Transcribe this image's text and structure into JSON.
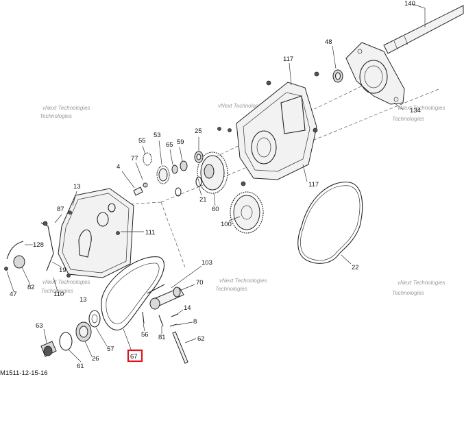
{
  "diagram": {
    "reference_code": "M1511-12-15-16",
    "watermark_line1": "vNext Technologies",
    "watermark_line2": "Technologies",
    "highlight_color": "#e0141e",
    "callouts": [
      "140",
      "48",
      "117",
      "134",
      "117",
      "53",
      "55",
      "65",
      "59",
      "25",
      "77",
      "4",
      "13",
      "87",
      "111",
      "21",
      "60",
      "100",
      "128",
      "82",
      "19",
      "47",
      "110",
      "13",
      "103",
      "70",
      "14",
      "8",
      "63",
      "26",
      "57",
      "56",
      "81",
      "62",
      "61",
      "67",
      "22"
    ]
  }
}
